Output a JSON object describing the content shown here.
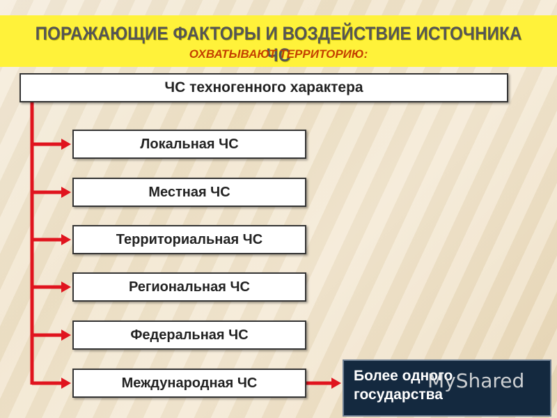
{
  "title": {
    "main": "ПОРАЖАЮЩИЕ ФАКТОРЫ И ВОЗДЕЙСТВИЕ ИСТОЧНИКА ЧС",
    "subtitle": "ОХВАТЫВАЮТ ТЕРРИТОРИЮ:"
  },
  "root": {
    "label": "ЧС техногенного характера"
  },
  "children": [
    {
      "label": "Локальная ЧС"
    },
    {
      "label": "Местная ЧС"
    },
    {
      "label": "Территориальная ЧС"
    },
    {
      "label": "Региональная ЧС"
    },
    {
      "label": "Федеральная ЧС"
    },
    {
      "label": "Международная ЧС"
    }
  ],
  "note": {
    "line1": "Более одного",
    "line2": "государства"
  },
  "watermark": {
    "text": "MyShared"
  },
  "colors": {
    "title_bar": "#fff23a",
    "subtitle": "#c44000",
    "arrow": "#e0141e",
    "note_box": "#14293f"
  }
}
